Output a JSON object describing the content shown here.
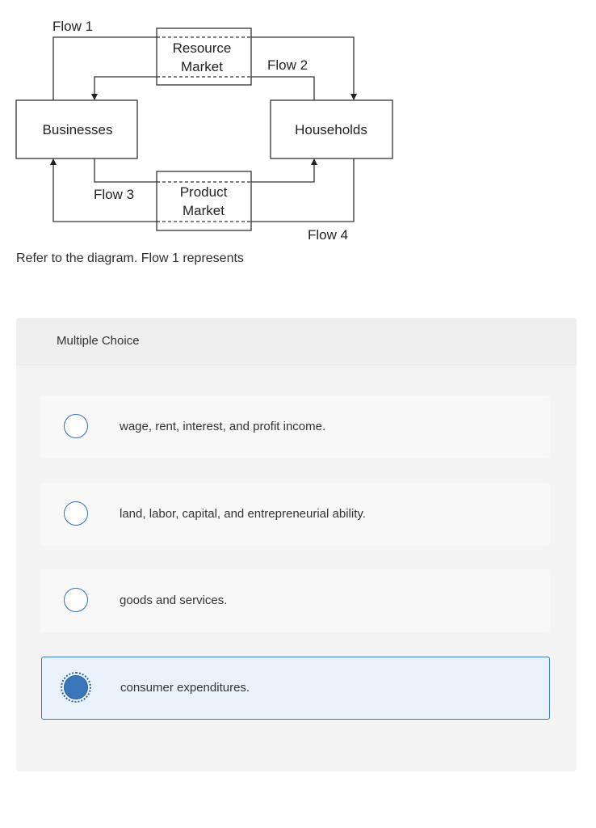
{
  "diagram": {
    "nodes": {
      "businesses": "Businesses",
      "households": "Households",
      "resource_market_line1": "Resource",
      "resource_market_line2": "Market",
      "product_market_line1": "Product",
      "product_market_line2": "Market"
    },
    "flows": {
      "flow1": "Flow 1",
      "flow2": "Flow 2",
      "flow3": "Flow 3",
      "flow4": "Flow 4"
    }
  },
  "question": {
    "text": "Refer to the diagram. Flow 1 represents"
  },
  "multiple_choice": {
    "header": "Multiple Choice",
    "options": [
      {
        "label": "wage, rent, interest, and profit income.",
        "selected": false
      },
      {
        "label": "land, labor, capital, and entrepreneurial ability.",
        "selected": false
      },
      {
        "label": "goods and services.",
        "selected": false
      },
      {
        "label": "consumer expenditures.",
        "selected": true
      }
    ]
  },
  "colors": {
    "selected_fill": "#3a76ba",
    "selected_background": "#e9f2fb",
    "radio_border": "#2e6fb6"
  }
}
